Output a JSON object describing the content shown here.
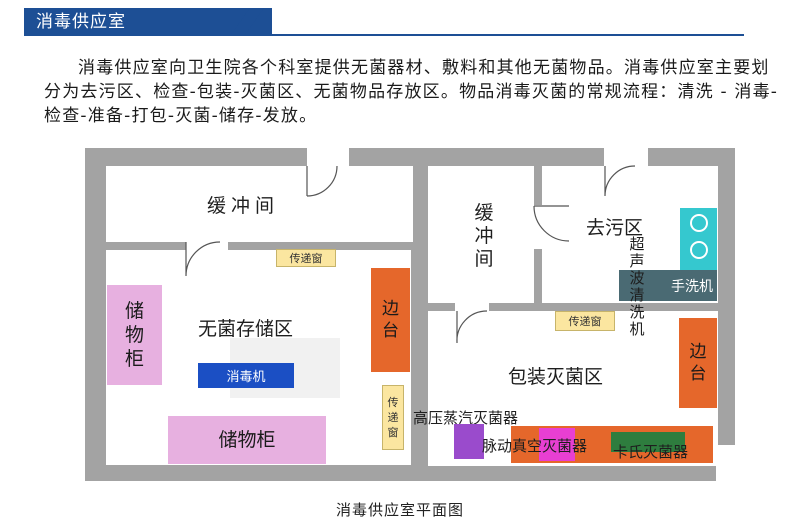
{
  "header": {
    "title": "消毒供应室"
  },
  "intro": "消毒供应室向卫生院各个科室提供无菌器材、敷料和其他无菌物品。消毒供应室主要划分为去污区、检查-包装-灭菌区、无菌物品存放区。物品消毒灭菌的常规流程：清洗 - 消毒-检查-准备-打包-灭菌-储存-发放。",
  "rooms": {
    "buffer_left": "缓冲间",
    "buffer_right": "缓冲间",
    "decontam": "去污区",
    "sterile_storage": "无菌存储区",
    "packaging": "包装灭菌区"
  },
  "equipment": {
    "pass_window_left": "传递窗",
    "pass_window_right": "传递窗",
    "pass_window_vertical": "传递窗",
    "side_table_left": "边台",
    "side_table_right": "边台",
    "storage_cabinet_vertical": "储物柜",
    "storage_cabinet_bottom": "储物柜",
    "disinfector": "消毒机",
    "ultrasonic_cleaner": "超声波清洗机",
    "hand_washer": "手洗机",
    "high_pressure_steam": "高压蒸汽灭菌器",
    "pulse_vacuum": "脉动真空灭菌器",
    "kashi": "卡氏灭菌器"
  },
  "caption": "消毒供应室平面图",
  "colors": {
    "banner": "#1d4f95",
    "wall": "#a3a3a3",
    "pass_window": "#fbe6a0",
    "side_table": "#e5672b",
    "cabinet": "#e7b0e0",
    "disinfector": "#1b4fc4",
    "sink": "#35c8cf",
    "hand_washer": "#4a6a73",
    "purple": "#9a4bcc",
    "magenta": "#e83fd2",
    "green": "#2e7d3e"
  }
}
